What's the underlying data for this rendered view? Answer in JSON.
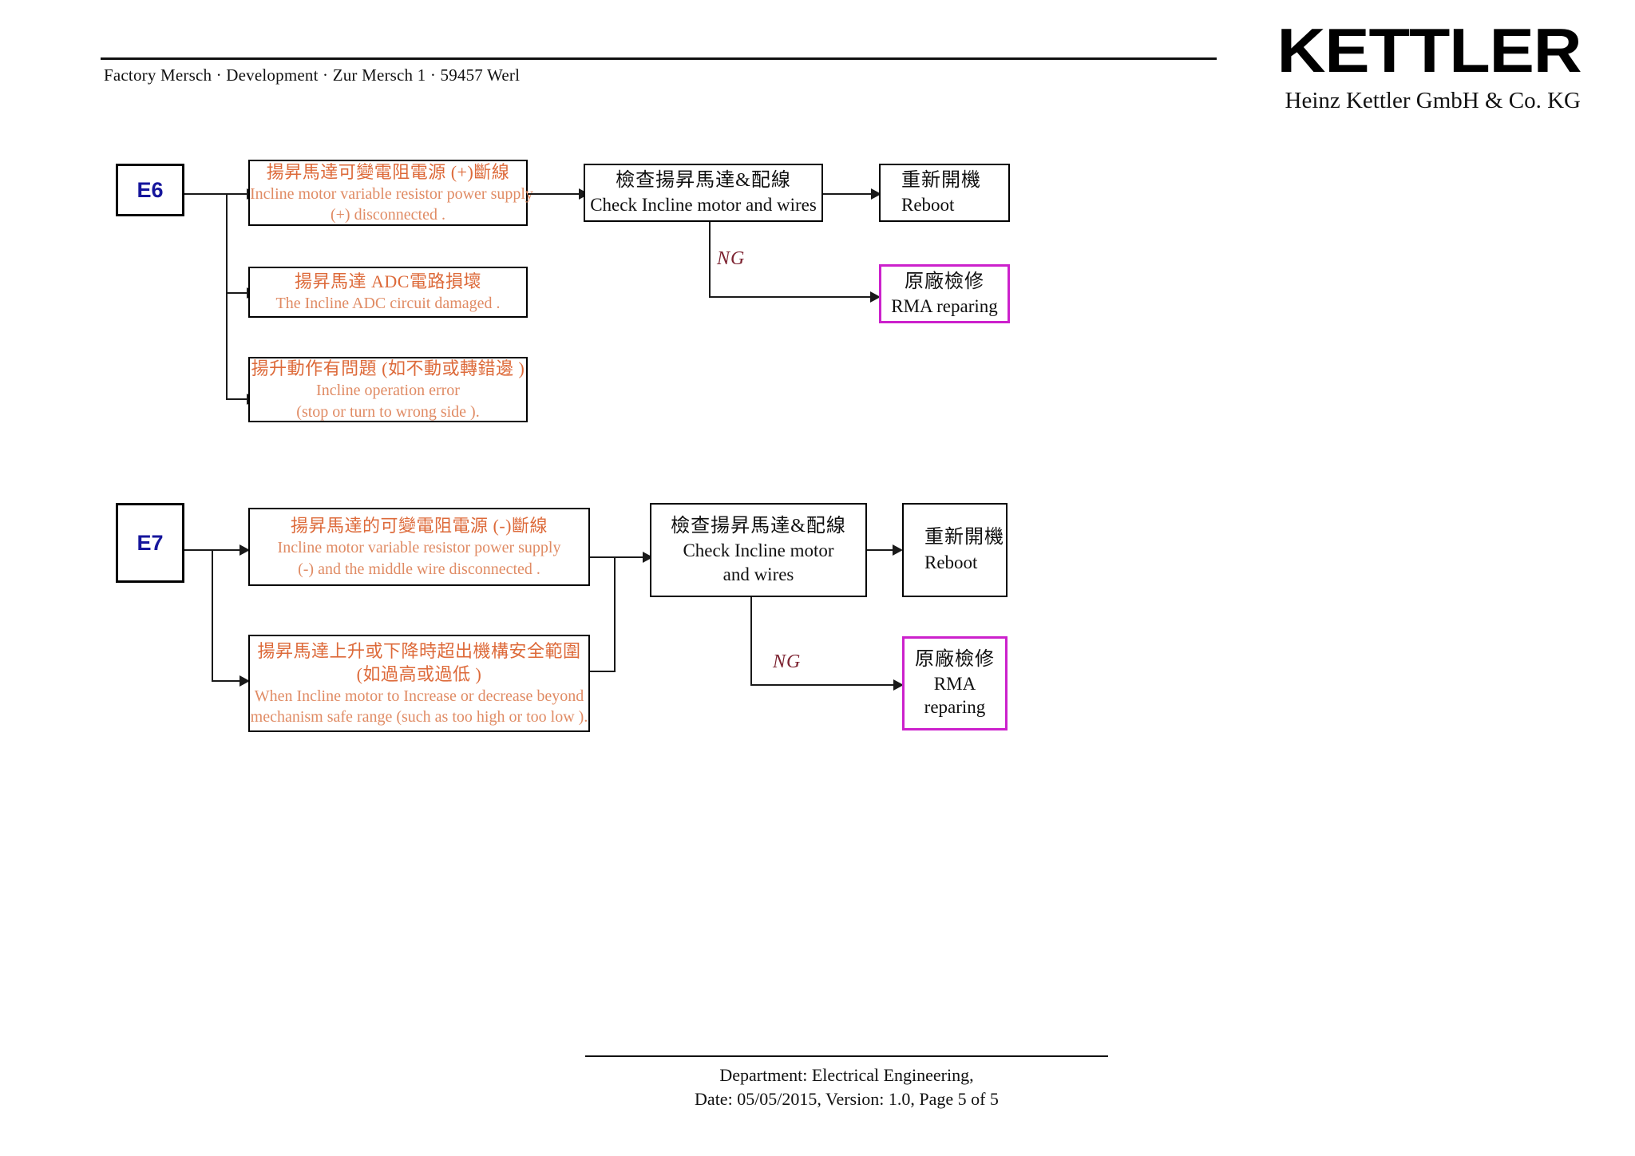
{
  "header": {
    "address": "Factory Mersch · Development · Zur Mersch 1 · 59457 Werl",
    "logo_wordmark": "KETTLER",
    "company": "Heinz Kettler GmbH & Co. KG"
  },
  "footer": {
    "department": "Department: Electrical Engineering,",
    "meta": "Date: 05/05/2015, Version: 1.0, Page 5 of 5"
  },
  "colors": {
    "code_blue": "#16169c",
    "fault_orange": "#dd6a3a",
    "fault_orange_light": "#e08b64",
    "rma_magenta": "#cc21cc",
    "ng_red": "#7c2230",
    "box_border": "#000000"
  },
  "flow_e6": {
    "code": "E6",
    "faults": [
      {
        "cjk": "揚昇馬達可變電阻電源 (+)斷線",
        "en1": "Incline motor variable resistor power supply",
        "en2": "(+) disconnected ."
      },
      {
        "cjk": "揚昇馬達 ADC電路損壞",
        "en1": "The Incline ADC circuit damaged   ."
      },
      {
        "cjk": "揚升動作有問題 (如不動或轉錯邊 )",
        "en1": "Incline operation error",
        "en2": "(stop or turn to wrong side    )."
      }
    ],
    "check": {
      "cjk": "檢查揚昇馬達&配線",
      "en": "Check Incline motor and wires"
    },
    "reboot": {
      "cjk": "重新開機",
      "en": "Reboot"
    },
    "ng_label": "NG",
    "rma": {
      "cjk": "原廠檢修",
      "en": "RMA reparing"
    }
  },
  "flow_e7": {
    "code": "E7",
    "faults": [
      {
        "cjk": "揚昇馬達的可變電阻電源 (-)斷線",
        "en1": "Incline motor variable resistor power supply",
        "en2": "(-) and the middle wire disconnected   ."
      },
      {
        "cjk": "揚昇馬達上升或下降時超出機構安全範圍",
        "cjk2": "(如過高或過低 )",
        "en1": "When Incline motor to Increase or decrease beyond",
        "en2": "mechanism safe range  (such as too high or too low     )."
      }
    ],
    "check": {
      "cjk": "檢查揚昇馬達&配線",
      "en1": "Check Incline motor",
      "en2": "and wires"
    },
    "reboot": {
      "cjk": "重新開機",
      "en": "Reboot"
    },
    "ng_label": "NG",
    "rma": {
      "cjk": "原廠檢修",
      "en1": "RMA",
      "en2": "reparing"
    }
  }
}
